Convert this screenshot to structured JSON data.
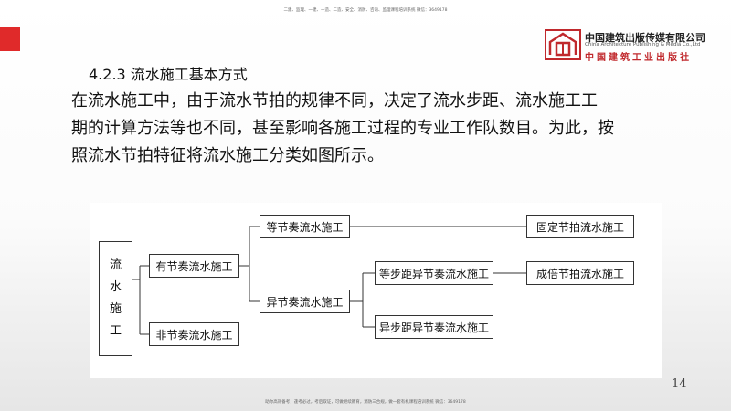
{
  "watermark_top": "二建、监理、一建、一造、二造、安全、消防、咨询、监理课程培训系统 微信：3649178",
  "watermark_bottom": "助你高效备考，逢考必过，考后取证，可做继续教育，消防三合规，做一套有机课程培训系统 微信：3649178",
  "publisher": {
    "name_cn": "中国建筑出版传媒有限公司",
    "name_en": "China Architecture Publishing & Media Co.,Ltd",
    "brand": "中国建筑工业出版社"
  },
  "heading": "4.2.3 流水施工基本方式",
  "paragraph": [
    "在流水施工中，由于流水节拍的规律不同，决定了流水步距、流水施工工",
    "期的计算方法等也不同，甚至影响各施工过程的专业工作队数目。为此，按",
    "照流水节拍特征将流水施工分类如图所示。"
  ],
  "diagram": {
    "root": [
      "流",
      "水",
      "施",
      "工"
    ],
    "rhythmic": "有节奏流水施工",
    "non_rhythmic": "非节奏流水施工",
    "equal_rhythm": "等节奏流水施工",
    "unequal_rhythm": "异节奏流水施工",
    "equal_step_unequal": "等步距异节奏流水施工",
    "unequal_step_unequal": "异步距异节奏流水施工",
    "fixed_beat": "固定节拍流水施工",
    "multiple_beat": "成倍节拍流水施工"
  },
  "page_number": "14",
  "colors": {
    "accent": "#e02a2a",
    "brand": "#c0282c"
  }
}
